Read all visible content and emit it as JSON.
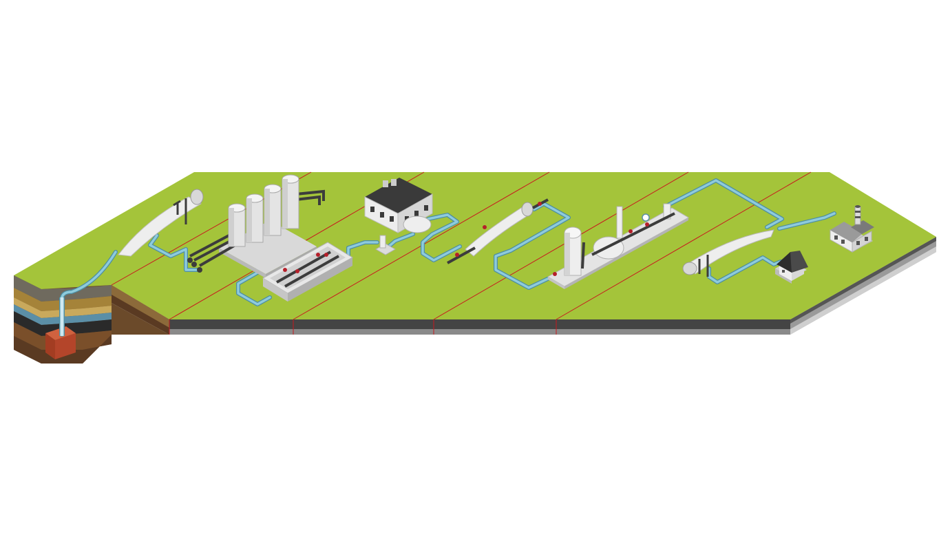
{
  "diagram": {
    "type": "isometric-gas-supply-chain",
    "colors": {
      "background": "#ffffff",
      "ground_top": "#a4c43a",
      "slab_dark": "#3b3b3b",
      "slab_mid": "#7c7c7c",
      "slab_light": "#bcbcbc",
      "pipeline": "#8ecbdc",
      "pipeline_outline": "#4d8ea2",
      "segment_divider": "#c8191e",
      "equipment_white": "#eeeeee",
      "equipment_shade": "#c9c9c9",
      "steel_pipe": "#444444",
      "valve_red": "#b51f2a",
      "building_roof": "#3a3a3a",
      "house_roof": "#2d2d2d",
      "reservoir": "#b4452a"
    },
    "strata_colors": [
      "#6f6a5e",
      "#a58339",
      "#c9a95c",
      "#5b8fa7",
      "#2a2a2a",
      "#7a4f2a",
      "#5a3a22",
      "#6b4a2a"
    ],
    "stages": [
      {
        "name": "reservoir-well",
        "icon": "reservoir-icon"
      },
      {
        "name": "gathering-pipeline",
        "icon": "pipe-icon"
      },
      {
        "name": "processing-tanks",
        "icon": "tank-icon"
      },
      {
        "name": "compressor-station",
        "icon": "compressor-icon"
      },
      {
        "name": "control-building",
        "icon": "building-icon"
      },
      {
        "name": "transmission-pipeline",
        "icon": "pipe-icon"
      },
      {
        "name": "storage-vessel",
        "icon": "vessel-icon"
      },
      {
        "name": "distribution-pipeline",
        "icon": "pipe-icon"
      },
      {
        "name": "residential-customer",
        "icon": "house-icon"
      },
      {
        "name": "industrial-customer",
        "icon": "factory-icon"
      }
    ],
    "segment_count": 6
  }
}
